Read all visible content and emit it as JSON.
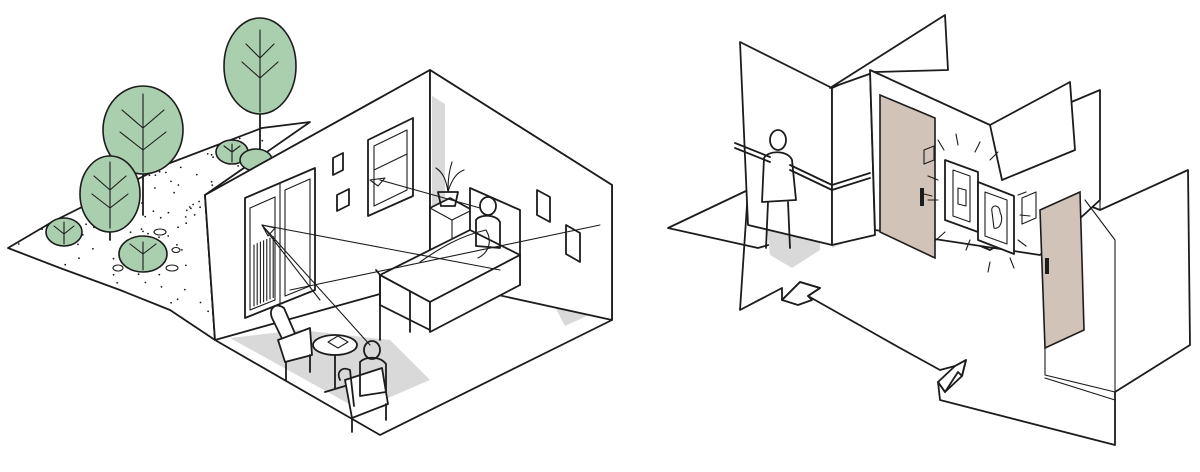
{
  "colors": {
    "background": "#ffffff",
    "line": "#1c1c1c",
    "foliage": "#a9cfae",
    "shadow": "#d9d9d9",
    "door_panel": "#d2c3b9"
  },
  "scenes": [
    {
      "name": "isometric-bedroom-with-garden-view",
      "elements": [
        "trees",
        "bed",
        "window",
        "armchairs",
        "side-table",
        "sightlines"
      ]
    },
    {
      "name": "isometric-corridor-wayfinding",
      "elements": [
        "handrail",
        "person",
        "doors",
        "display-niches",
        "direction-arrows"
      ]
    }
  ]
}
